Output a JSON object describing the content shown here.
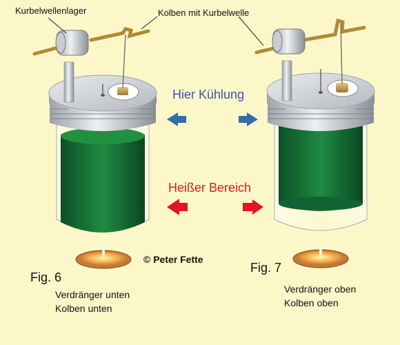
{
  "labels": {
    "crank_bearing": "Kurbelwellenlager",
    "piston_crankshaft": "Kolben mit Kurbelwelle",
    "cooling": "Hier Kühlung",
    "hot_zone": "Heißer Bereich",
    "copyright": "© Peter Fette"
  },
  "figures": [
    {
      "label": "Fig. 6",
      "caption_line1": "Verdränger unten",
      "caption_line2": "Kolben unten"
    },
    {
      "label": "Fig. 7",
      "caption_line1": "Verdränger oben",
      "caption_line2": "Kolben oben"
    }
  ],
  "colors": {
    "background": "#fbf7c8",
    "cooling_arrow": "#2f6ea9",
    "hot_arrow": "#e3161f",
    "cooling_text": "#3d50b8",
    "hot_text": "#d21d2a",
    "displacer_green": "#1a7a3a"
  }
}
